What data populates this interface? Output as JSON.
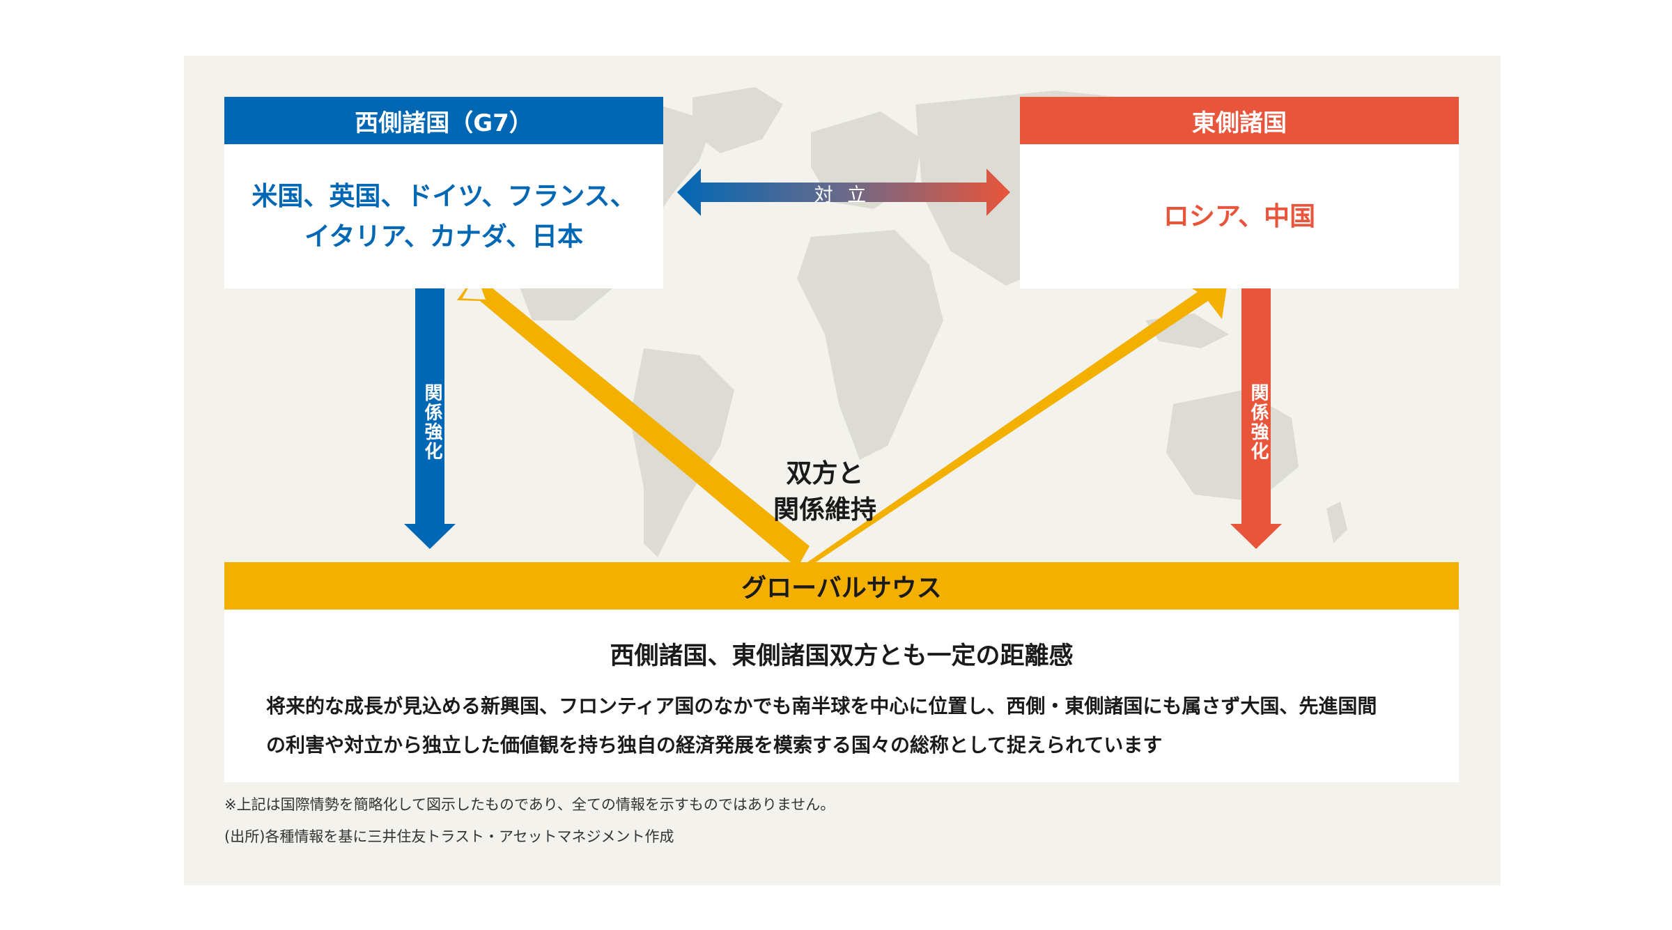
{
  "west": {
    "title": "西側諸国（G7）",
    "line1": "米国、英国、ドイツ、フランス、",
    "line2": "イタリア、カナダ、日本"
  },
  "east": {
    "title": "東側諸国",
    "members": "ロシア、中国"
  },
  "oppose_label": "対 立",
  "strengthen_left": "関係強化",
  "strengthen_right": "関係強化",
  "center_label": {
    "line1": "双方と",
    "line2": "関係維持"
  },
  "global_south": {
    "title": "グローバルサウス",
    "subtitle": "西側諸国、東側諸国双方とも一定の距離感",
    "desc_line1": "将来的な成長が見込める新興国、フロンティア国のなかでも南半球を中心に位置し、西側・東側諸国にも属さず大国、先進国間",
    "desc_line2": "の利害や対立から独立した価値観を持ち独自の経済発展を模索する国々の総称として捉えられています"
  },
  "notes": {
    "note1": "※上記は国際情勢を簡略化して図示したものであり、全ての情報を示すものではありません。",
    "note2": "(出所)各種情報を基に三井住友トラスト・アセットマネジメント作成"
  },
  "colors": {
    "west": "#0067b5",
    "east": "#e9553a",
    "global_south": "#f4b000",
    "panel": "#f3f2ec"
  }
}
